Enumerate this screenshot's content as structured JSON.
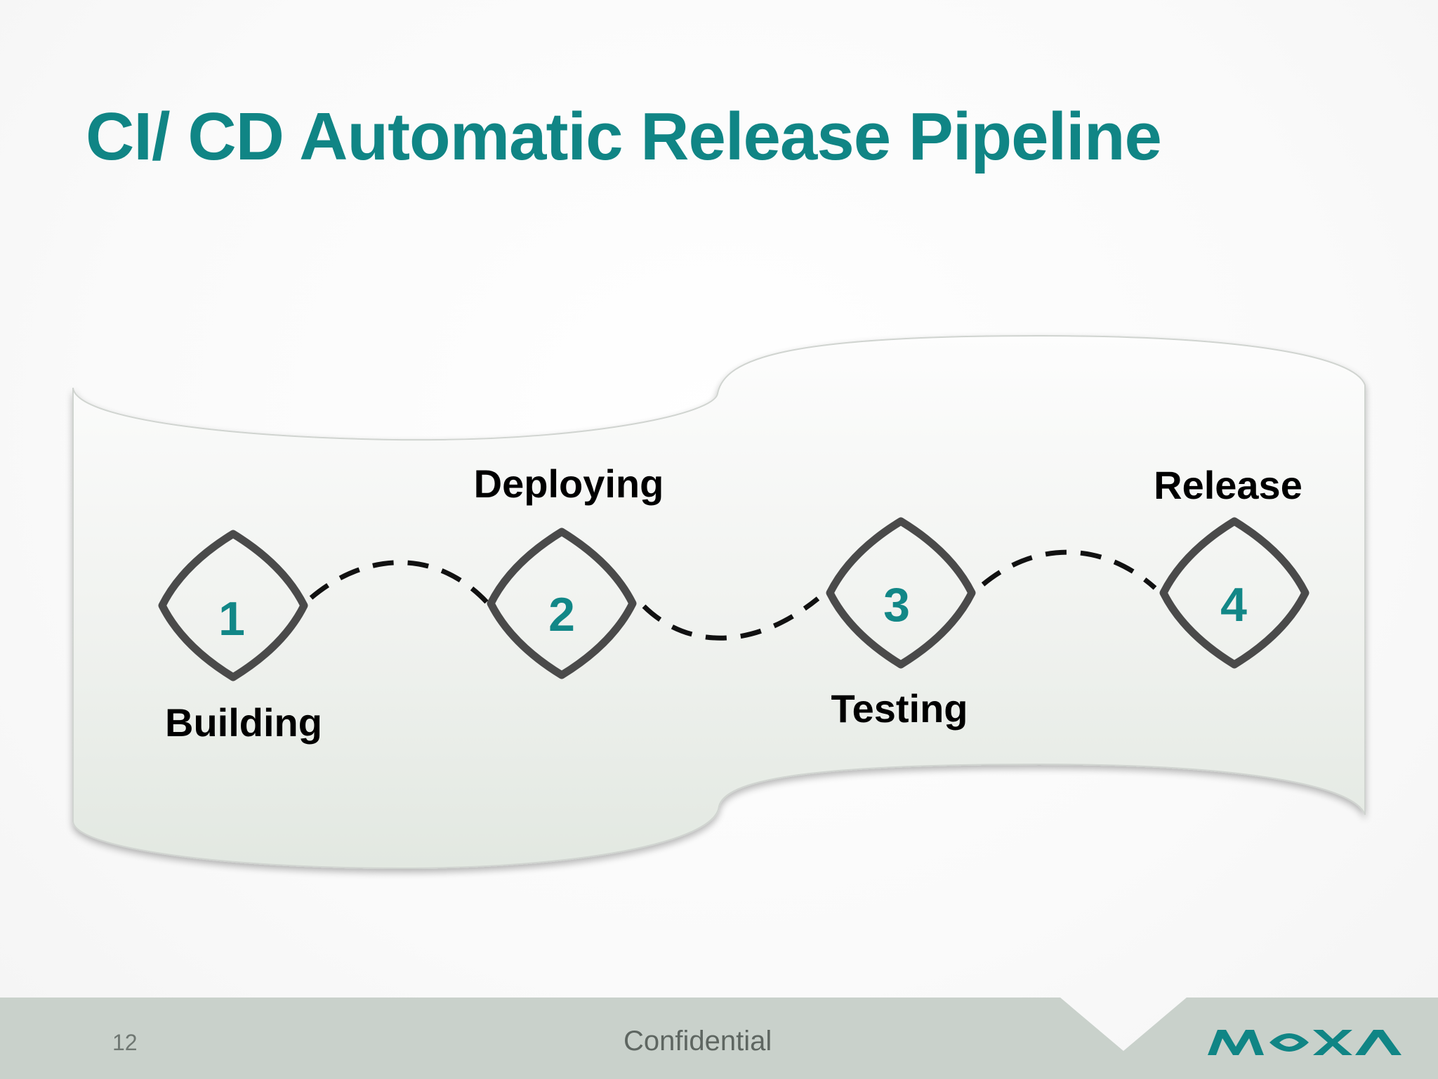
{
  "slide": {
    "title": "CI/ CD Automatic Release Pipeline",
    "page_number": "12",
    "footer_text": "Confidential",
    "logo_text": "MOXA"
  },
  "pipeline": {
    "stages": [
      {
        "number": "1",
        "label": "Building"
      },
      {
        "number": "2",
        "label": "Deploying"
      },
      {
        "number": "3",
        "label": "Testing"
      },
      {
        "number": "4",
        "label": "Release"
      }
    ]
  },
  "colors": {
    "title": "#108585",
    "stage_number": "#128787",
    "diamond_stroke": "#4a4a4a",
    "footer_band": "#c9d1cb",
    "logo": "#108585"
  },
  "icons": {
    "stage_marker": "rounded-diamond-icon",
    "connector": "dashed-curve",
    "logo": "moxa-logo"
  }
}
